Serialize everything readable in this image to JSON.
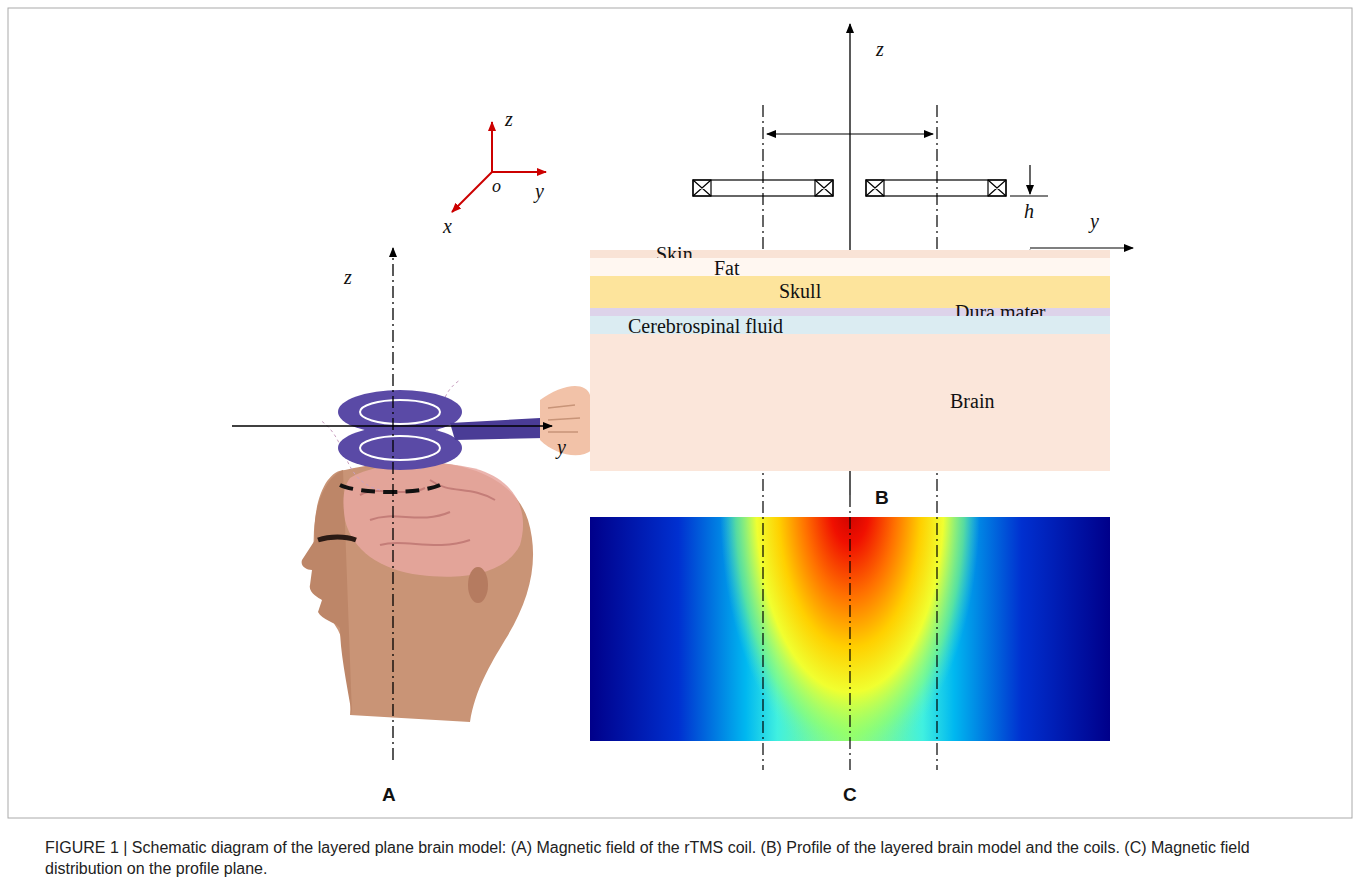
{
  "diagram": {
    "caption": "FIGURE 1 | Schematic diagram of the layered plane brain model: (A) Magnetic field of the rTMS coil. (B) Profile of the layered brain model and the coils. (C) Magnetic field distribution on the profile plane.",
    "nodes": [
      {
        "text": [
          "Skin"
        ]
      },
      {
        "text": [
          "Fat"
        ]
      },
      {
        "text": [
          "Skull"
        ]
      },
      {
        "text": [
          "Dura mater"
        ]
      },
      {
        "text": [
          "Cerebrospinal fluid"
        ]
      },
      {
        "text": [
          "Brain"
        ]
      }
    ],
    "edges": [],
    "labels": [
      "z",
      "o",
      "y",
      "x",
      "z",
      "y",
      "z",
      "h",
      "y",
      "A",
      "B",
      "C"
    ]
  }
}
